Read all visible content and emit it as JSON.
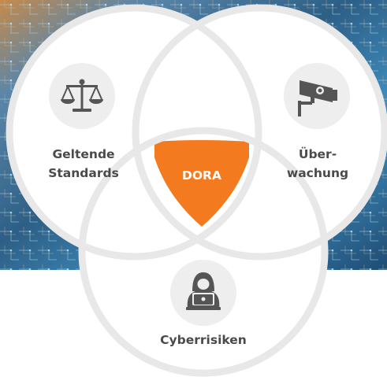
{
  "diagram": {
    "center": {
      "label": "DORA",
      "color": "#f47a20"
    },
    "circles": [
      {
        "id": "standards",
        "label_lines": [
          "Geltende",
          "Standards"
        ],
        "icon": "scales-icon"
      },
      {
        "id": "monitoring",
        "label_lines": [
          "Über-",
          "wachung"
        ],
        "icon": "security-camera-icon"
      },
      {
        "id": "cyber",
        "label_lines": [
          "Cyberrisiken"
        ],
        "icon": "hacker-laptop-icon"
      }
    ],
    "colors": {
      "ring": "#e8e8e8",
      "icon_bg": "#eeeeee",
      "icon_fg": "#555555",
      "text": "#4a4a4a",
      "background_photo": "blue circuit-board technology image"
    }
  }
}
